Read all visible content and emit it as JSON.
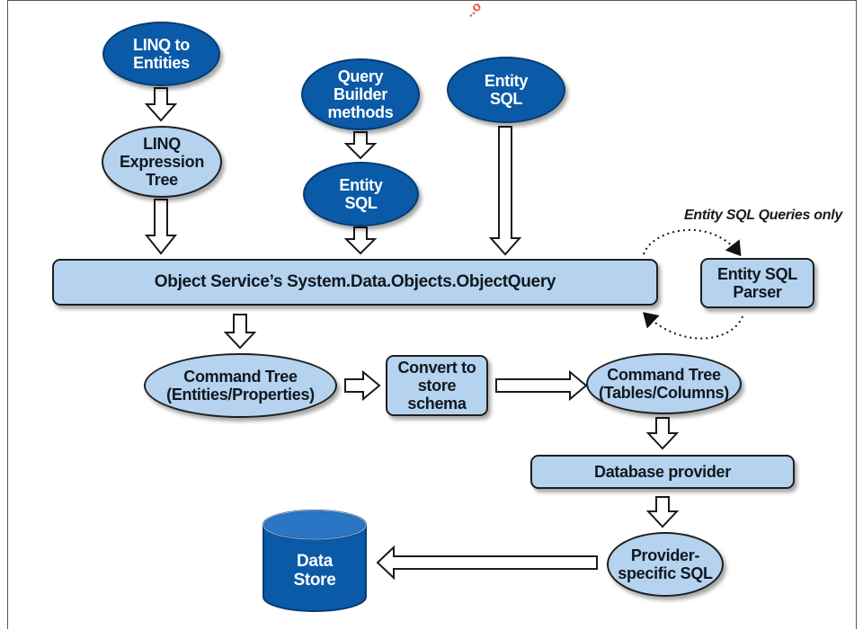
{
  "nodes": {
    "linq_to_entities": "LINQ to\nEntities",
    "linq_expression_tree": "LINQ\nExpression\nTree",
    "query_builder_methods": "Query\nBuilder\nmethods",
    "entity_sql_from_builder": "Entity\nSQL",
    "entity_sql_top": "Entity\nSQL",
    "object_query": "Object Service’s System.Data.Objects.ObjectQuery",
    "entity_sql_parser": "Entity SQL\nParser",
    "command_tree_entities": "Command Tree\n(Entities/Properties)",
    "convert_to_store_schema": "Convert to\nstore\nschema",
    "command_tree_tables": "Command Tree\n(Tables/Columns)",
    "database_provider": "Database provider",
    "provider_specific_sql": "Provider-\nspecific SQL",
    "data_store": "Data\nStore"
  },
  "annotations": {
    "entity_sql_only": "Entity SQL Queries only"
  },
  "watermark": "..o",
  "colors": {
    "dark_fill": "#0a5aa8",
    "light_fill": "#b5d3ee",
    "outline": "#1f1f1f"
  }
}
